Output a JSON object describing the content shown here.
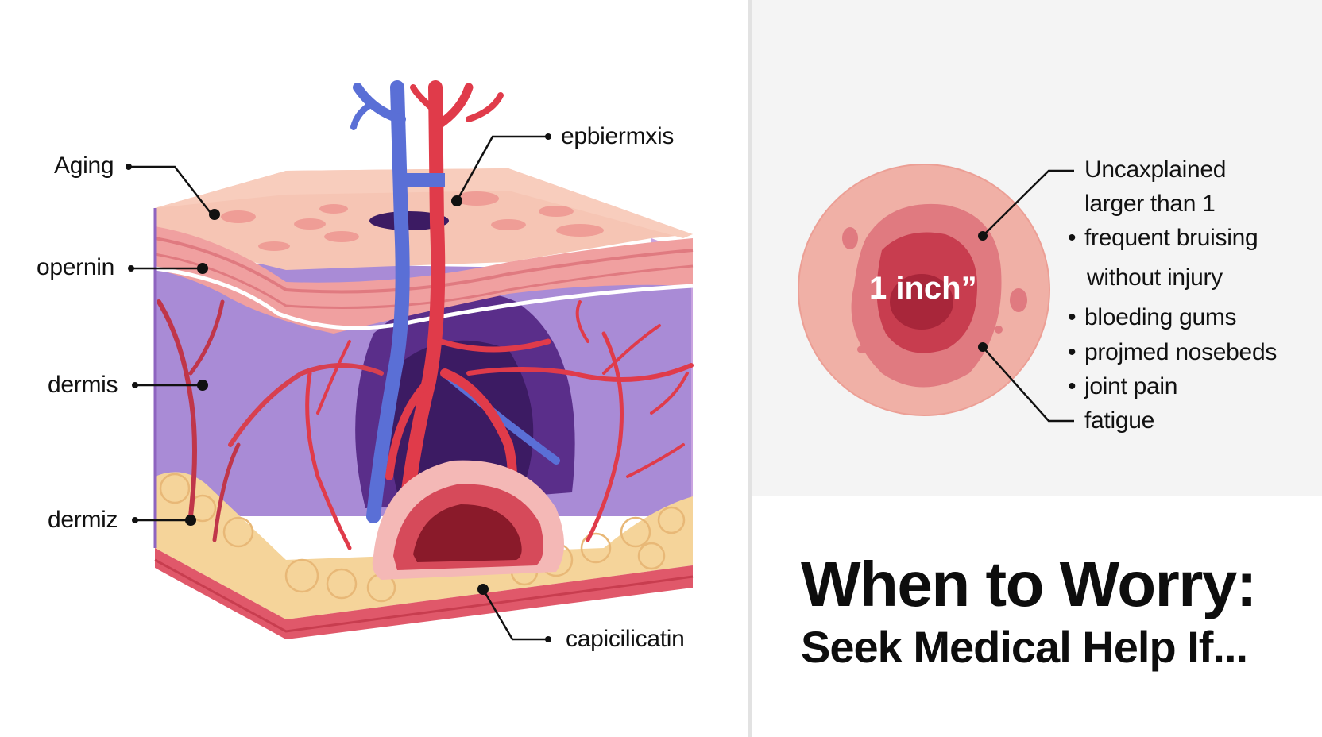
{
  "diagram": {
    "left_labels": {
      "aging": "Aging",
      "opernin": "opernin",
      "dermis": "dermis",
      "dermiz": "dermiz",
      "epbiermxis": "epbiermxis",
      "capicilicatin": "capicilicatin"
    },
    "bruise_size": "1 inch”",
    "warning_signs": [
      {
        "text": "Uncaxplained",
        "bullet": ""
      },
      {
        "text": "larger than 1",
        "bullet": ""
      },
      {
        "text": "frequent bruising",
        "bullet": "•"
      },
      {
        "text": "without injury",
        "bullet": ""
      },
      {
        "text": "bloeding gums",
        "bullet": "•"
      },
      {
        "text": "projmed nosebeds",
        "bullet": "•"
      },
      {
        "text": "joint pain",
        "bullet": "•"
      },
      {
        "text": "fatigue",
        "bullet": ""
      }
    ],
    "heading": "When to Worry:",
    "subheading": "Seek Medical Help If..."
  },
  "colors": {
    "epidermis": "#f4b8a8",
    "dermis": "#a98bd6",
    "fat": "#f5d49a",
    "artery": "#e03b4a",
    "vein": "#5a6fd6",
    "bruise_outer": "#f0b0a6",
    "bruise_inner": "#c83d4f"
  }
}
